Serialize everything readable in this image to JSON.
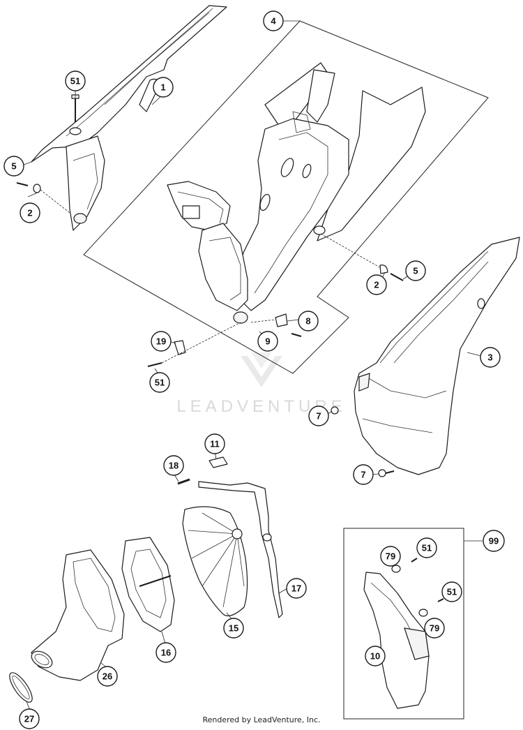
{
  "footer": {
    "text": "Rendered by LeadVenture, Inc."
  },
  "watermark": {
    "text": "LEADVENTURE"
  },
  "callouts": [
    {
      "id": "c51a",
      "label": "51"
    },
    {
      "id": "c1",
      "label": "1"
    },
    {
      "id": "c5a",
      "label": "5"
    },
    {
      "id": "c2a",
      "label": "2"
    },
    {
      "id": "c4",
      "label": "4"
    },
    {
      "id": "c5b",
      "label": "5"
    },
    {
      "id": "c2b",
      "label": "2"
    },
    {
      "id": "c8",
      "label": "8"
    },
    {
      "id": "c9",
      "label": "9"
    },
    {
      "id": "c19",
      "label": "19"
    },
    {
      "id": "c51b",
      "label": "51"
    },
    {
      "id": "c3",
      "label": "3"
    },
    {
      "id": "c7a",
      "label": "7"
    },
    {
      "id": "c7b",
      "label": "7"
    },
    {
      "id": "c11",
      "label": "11"
    },
    {
      "id": "c18",
      "label": "18"
    },
    {
      "id": "c17",
      "label": "17"
    },
    {
      "id": "c15",
      "label": "15"
    },
    {
      "id": "c16",
      "label": "16"
    },
    {
      "id": "c26",
      "label": "26"
    },
    {
      "id": "c27",
      "label": "27"
    },
    {
      "id": "c79a",
      "label": "79"
    },
    {
      "id": "c51c",
      "label": "51"
    },
    {
      "id": "c51d",
      "label": "51"
    },
    {
      "id": "c79b",
      "label": "79"
    },
    {
      "id": "c10",
      "label": "10"
    },
    {
      "id": "c99",
      "label": "99"
    }
  ],
  "colors": {
    "line": "#1a1a1a",
    "background": "#ffffff",
    "watermark": "#d9d9d9"
  }
}
